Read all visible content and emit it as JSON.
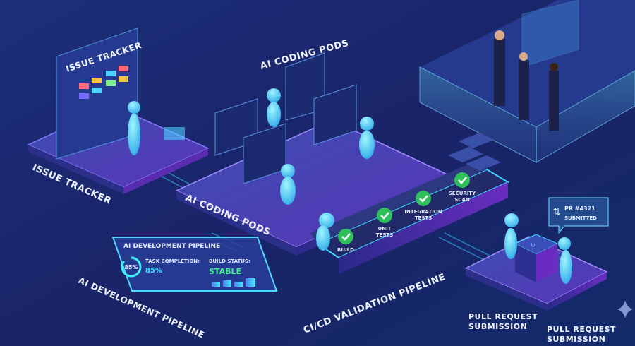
{
  "issue_tracker": {
    "title_top": "ISSUE TRACKER",
    "title_base": "ISSUE TRACKER"
  },
  "coding_pods": {
    "title_top": "AI CODING PODS",
    "title_base": "AI CODING PODS"
  },
  "dashboard": {
    "header": "AI DEVELOPMENT PIPELINE",
    "gauge_value": "85%",
    "task_label": "TASK COMPLETION:",
    "task_value": "85%",
    "build_label": "BUILD STATUS:",
    "build_value": "STABLE",
    "progress": 0.85,
    "base_label": "AI DEVELOPMENT PIPELINE"
  },
  "cicd": {
    "title": "CI/CD VALIDATION PIPELINE",
    "stages": [
      {
        "line1": "BUILD",
        "line2": "",
        "status": "passed"
      },
      {
        "line1": "UNIT",
        "line2": "TESTS",
        "status": "passed"
      },
      {
        "line1": "INTEGRATION",
        "line2": "TESTS",
        "status": "passed"
      },
      {
        "line1": "SECURITY",
        "line2": "SCAN",
        "status": "passed"
      }
    ]
  },
  "pull_request": {
    "bubble_line1": "PR #4321",
    "bubble_line2": "SUBMITTED",
    "label_left_1": "PULL REQUEST",
    "label_left_2": "SUBMISSION",
    "label_right_1": "PULL REQUEST",
    "label_right_2": "SUBMISSION"
  },
  "colors": {
    "accent": "#3fd9ff",
    "success": "#2fbf5a",
    "purple": "#7a3fd6",
    "bg": "#15215e"
  }
}
